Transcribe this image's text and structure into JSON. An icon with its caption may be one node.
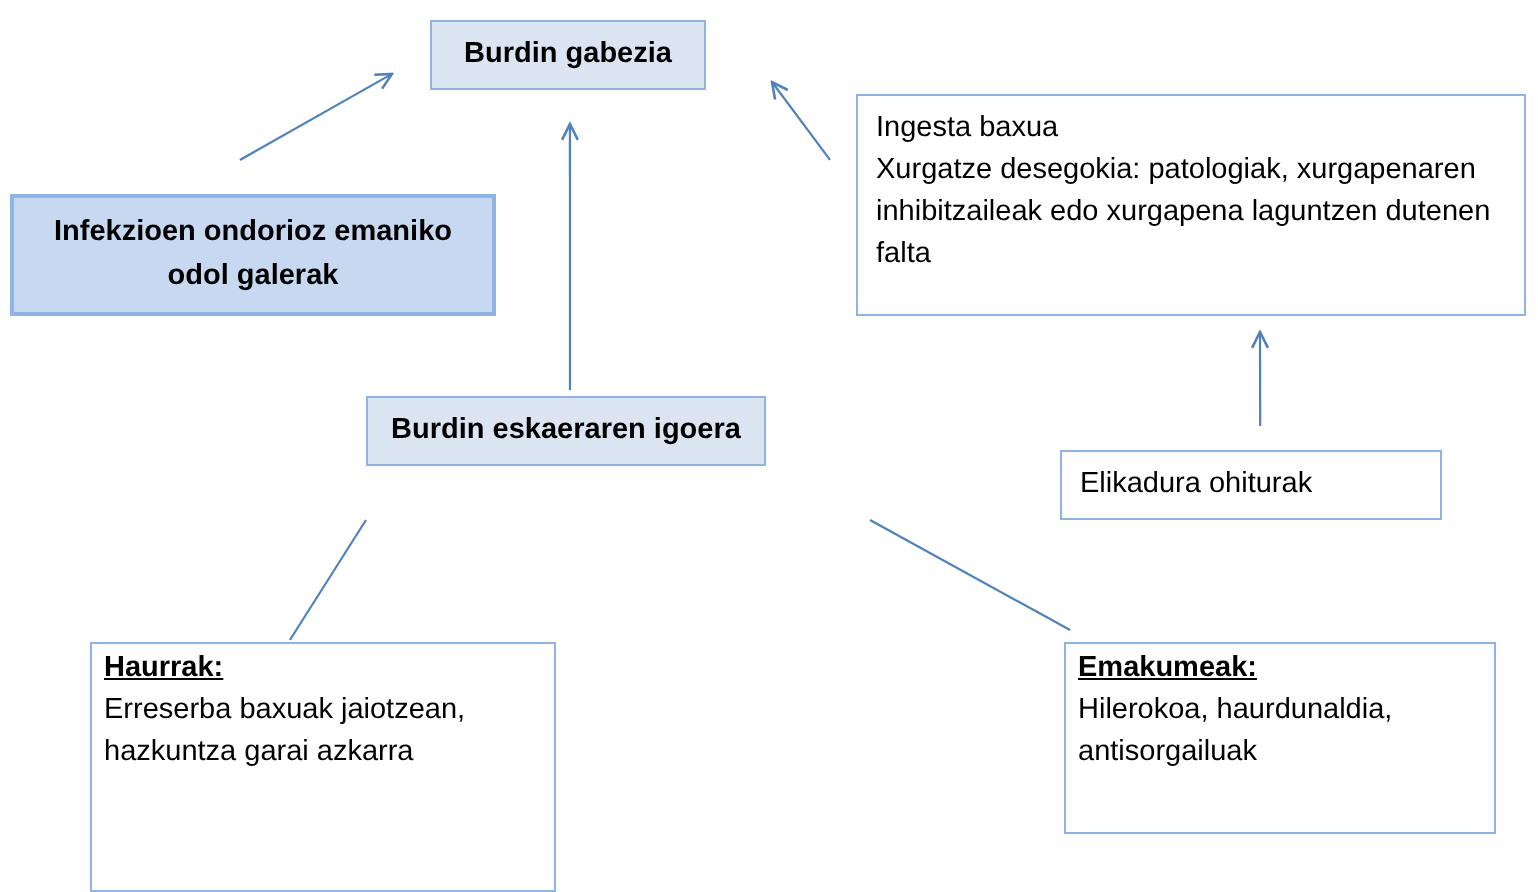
{
  "diagram": {
    "nodes": [
      {
        "text": [
          "Burdin gabezia"
        ]
      },
      {
        "text": [
          "Infekzioen ondorioz emaniko odol galerak"
        ]
      },
      {
        "text": [
          "Ingesta baxua",
          "Xurgatze desegokia: patologiak, xurgapenaren inhibitzaileak edo xurgapena laguntzen dutenen falta"
        ]
      },
      {
        "text": [
          "Burdin eskaeraren igoera"
        ]
      },
      {
        "text": [
          "Elikadura ohiturak"
        ]
      },
      {
        "text": [
          "Haurrak:",
          "Erreserba baxuak jaiotzean, hazkuntza garai azkarra"
        ]
      },
      {
        "text": [
          "Emakumeak:",
          "Hilerokoa, haurdunaldia, antisorgailuak"
        ]
      }
    ],
    "edges": [
      {
        "from": 1,
        "to": 0,
        "arrow": "to"
      },
      {
        "from": 3,
        "to": 0,
        "arrow": "to"
      },
      {
        "from": 2,
        "to": 0,
        "arrow": "to"
      },
      {
        "from": 4,
        "to": 2,
        "arrow": "to"
      },
      {
        "from": 5,
        "to": 3,
        "arrow": "none"
      },
      {
        "from": 6,
        "to": 3,
        "arrow": "none"
      }
    ]
  }
}
